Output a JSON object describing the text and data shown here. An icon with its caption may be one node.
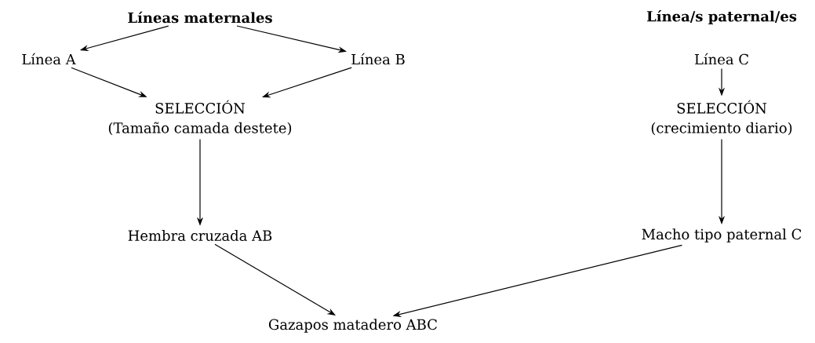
{
  "diagram": {
    "nodes": [
      {
        "text": [
          "Líneas maternales"
        ]
      },
      {
        "text": [
          "Línea A"
        ]
      },
      {
        "text": [
          "Línea B"
        ]
      },
      {
        "text": [
          "SELECCIÓN",
          "(Tamaño camada destete)"
        ]
      },
      {
        "text": [
          "Hembra cruzada AB"
        ]
      },
      {
        "text": [
          "Gazapos matadero ABC"
        ]
      },
      {
        "text": [
          "Línea C"
        ]
      },
      {
        "text": [
          "SELECCIÓN",
          "(crecimiento diario)"
        ]
      },
      {
        "text": [
          "Macho tipo paternal C"
        ]
      }
    ],
    "edges": [
      {
        "from": 0,
        "to": 1,
        "arrow": "to"
      },
      {
        "from": 0,
        "to": 2,
        "arrow": "to"
      },
      {
        "from": 1,
        "to": 3,
        "arrow": "to"
      },
      {
        "from": 2,
        "to": 3,
        "arrow": "to"
      },
      {
        "from": 3,
        "to": 4,
        "arrow": "to"
      },
      {
        "from": 6,
        "to": 7,
        "arrow": "to"
      },
      {
        "from": 7,
        "to": 8,
        "arrow": "to"
      },
      {
        "from": 4,
        "to": 5,
        "arrow": "to"
      },
      {
        "from": 8,
        "to": 5,
        "arrow": "to"
      }
    ],
    "labels": [
      "Línea/s paternal/es"
    ]
  }
}
